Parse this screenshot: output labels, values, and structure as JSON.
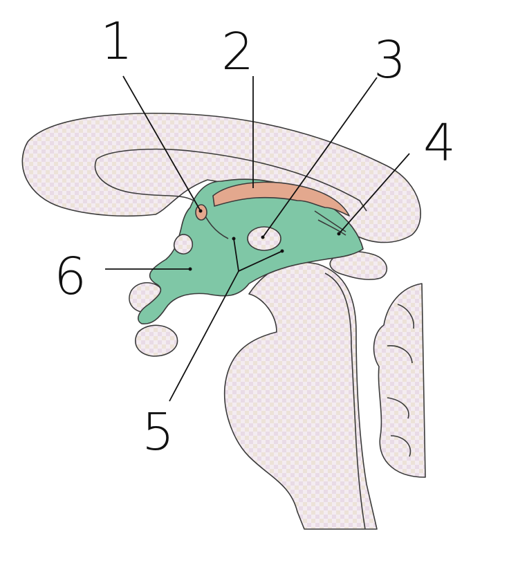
{
  "diagram": {
    "labels": [
      {
        "id": "1",
        "text": "1"
      },
      {
        "id": "2",
        "text": "2"
      },
      {
        "id": "3",
        "text": "3"
      },
      {
        "id": "4",
        "text": "4"
      },
      {
        "id": "5",
        "text": "5"
      },
      {
        "id": "6",
        "text": "6"
      }
    ],
    "colors": {
      "brain_tissue_fill": "#f1e6ee",
      "ventricle_fill": "#7fc7a6",
      "choroid_plexus_fill": "#e3a88e",
      "outline": "#3a3a3a",
      "label_ink": "#111111"
    }
  }
}
